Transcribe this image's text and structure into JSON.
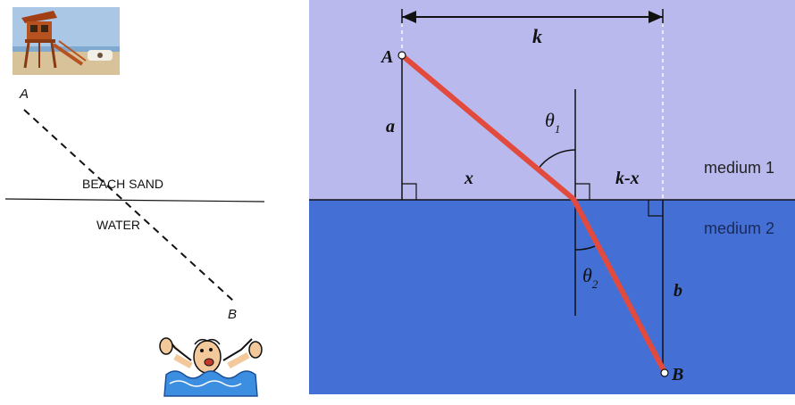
{
  "left_diagram": {
    "point_a": "A",
    "point_b": "B",
    "label_sand": "BEACH SAND",
    "label_water": "WATER"
  },
  "right_diagram": {
    "label_a_point": "A",
    "label_b_point": "B",
    "label_k": "k",
    "label_a_len": "a",
    "label_x": "x",
    "label_kx": "k-x",
    "label_b_len": "b",
    "label_theta1": "θ",
    "label_theta1_sub": "1",
    "label_theta2": "θ",
    "label_theta2_sub": "2",
    "label_medium1": "medium 1",
    "label_medium2": "medium 2"
  },
  "colors": {
    "medium1": "#b9b9ee",
    "medium2": "#4470d6",
    "path": "#e14a3c",
    "lifeguard_tower": "#b6521f",
    "sky": "#aac7e6",
    "sand": "#d8c29a"
  },
  "icons": [
    "lifeguard-tower-illustration",
    "drowning-person-illustration"
  ]
}
